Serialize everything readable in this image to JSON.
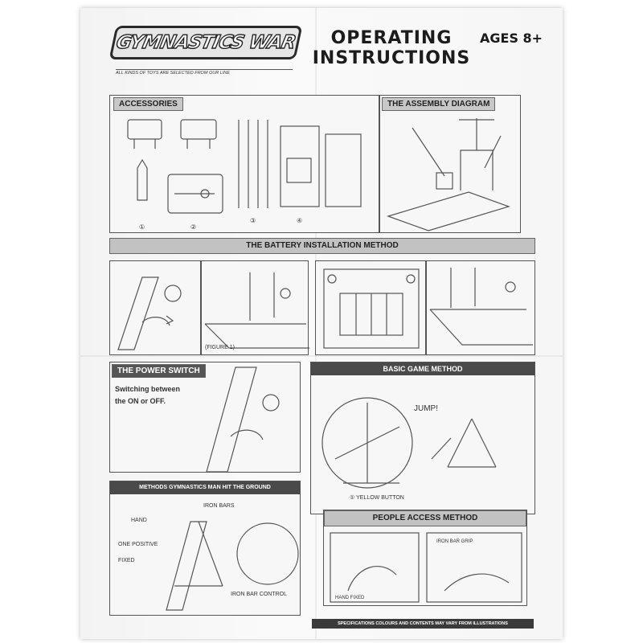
{
  "header": {
    "logo_text": "GYMNASTICS WAR",
    "logo_subtitle": "ALL KINDS OF TOYS ARE SELECTED FROM OUR LINE",
    "title_line1": "OPERATING",
    "title_line2": "INSTRUCTIONS",
    "ages": "AGES 8+"
  },
  "sections": {
    "accessories": {
      "label": "ACCESSORIES",
      "markers": [
        "①",
        "②",
        "③",
        "④"
      ]
    },
    "assembly": {
      "label": "THE ASSEMBLY DIAGRAM"
    },
    "battery": {
      "label": "THE BATTERY INSTALLATION METHOD",
      "figure_label": "(FIGURE 1)"
    },
    "power": {
      "label": "THE POWER SWITCH",
      "text_line1": "Switching between",
      "text_line2": "the ON or OFF."
    },
    "basic_game": {
      "label": "BASIC GAME METHOD",
      "jump_text": "JUMP!",
      "yellow_button_text": "① YELLOW BUTTON"
    },
    "hit_ground": {
      "label": "METHODS GYMNASTICS MAN HIT THE GROUND",
      "labels": [
        "HAND",
        "IRON BARS",
        "ONE POSITIVE",
        "FIXED",
        "IRON BAR CONTROL"
      ]
    },
    "people_access": {
      "label": "PEOPLE ACCESS METHOD",
      "hand_fixed": "HAND FIXED",
      "iron_bar_grip": "IRON BAR GRIP"
    }
  },
  "footer": {
    "text": "SPECIFICATIONS COLOURS AND CONTENTS MAY VARY FROM ILLUSTRATIONS"
  }
}
